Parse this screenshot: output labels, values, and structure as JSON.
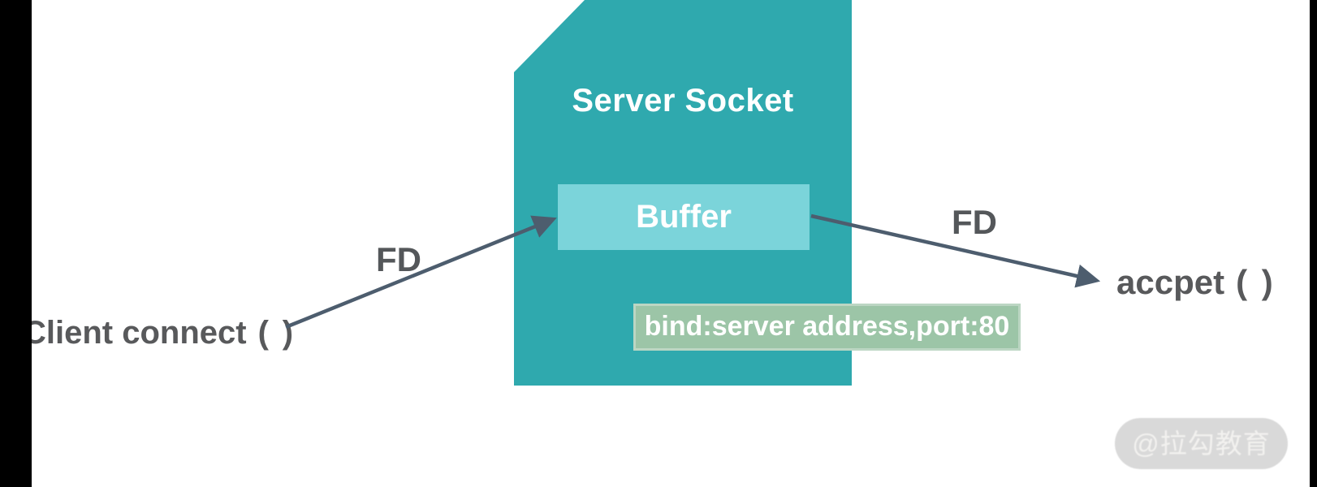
{
  "colors": {
    "shape_teal": "#2FA9AE",
    "buffer_fill": "#7BD4DA",
    "bind_label_bg": "#9CC5A7",
    "bind_label_border": "#BCD6C3",
    "arrow": "#4D5D6E",
    "dark_text": "#58595B",
    "watermark_bg": "#D9D9D9",
    "watermark_text": "#F2F1EF",
    "edge_bars": "#000000",
    "background": "#FFFFFF"
  },
  "diagram": {
    "server_socket_title": "Server Socket",
    "buffer_label": "Buffer",
    "bind_label": "bind:server address,port:80",
    "client_label": "Client connect",
    "client_parens": "()",
    "fd_left_label": "FD",
    "fd_right_label": "FD",
    "accept_label": "accpet",
    "accept_parens": "()",
    "watermark": "@拉勾教育"
  }
}
